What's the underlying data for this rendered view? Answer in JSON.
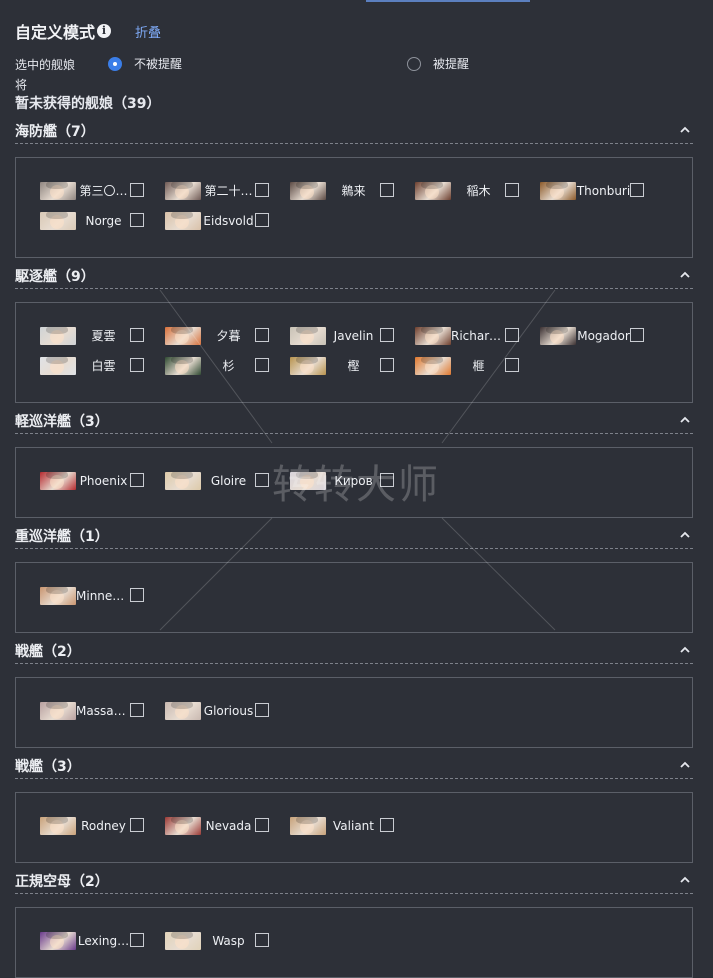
{
  "header": {
    "title": "自定义模式",
    "collapse_label": "折叠"
  },
  "mode": {
    "label_line1": "选中的舰娘",
    "label_line2": "将",
    "options": [
      {
        "label": "不被提醒",
        "selected": true
      },
      {
        "label": "被提醒",
        "selected": false
      }
    ]
  },
  "summary": "暂未获得的舰娘（39）",
  "groups": [
    {
      "title": "海防艦（7）",
      "items": [
        {
          "name": "第三〇…",
          "color": "#8f8580"
        },
        {
          "name": "第二十…",
          "color": "#6f5a55"
        },
        {
          "name": "鵜来",
          "color": "#5b4a44"
        },
        {
          "name": "稲木",
          "color": "#6c3f2f"
        },
        {
          "name": "Thonburi",
          "color": "#8c5a2a"
        },
        {
          "name": "Norge",
          "color": "#d9c9b6"
        },
        {
          "name": "Eidsvold",
          "color": "#d8c0a8"
        }
      ]
    },
    {
      "title": "駆逐艦（9）",
      "items": [
        {
          "name": "夏雲",
          "color": "#cfd3d6"
        },
        {
          "name": "夕暮",
          "color": "#d8703a"
        },
        {
          "name": "Javelin",
          "color": "#c8c2b6"
        },
        {
          "name": "Richard…",
          "color": "#6e3f2e"
        },
        {
          "name": "Mogador",
          "color": "#3a3032"
        },
        {
          "name": "白雲",
          "color": "#dfe2e6"
        },
        {
          "name": "杉",
          "color": "#2f4a32"
        },
        {
          "name": "樫",
          "color": "#b8934e"
        },
        {
          "name": "榧",
          "color": "#e0782e"
        }
      ]
    },
    {
      "title": "軽巡洋艦（3）",
      "items": [
        {
          "name": "Phoenix",
          "color": "#b52a2f"
        },
        {
          "name": "Gloire",
          "color": "#dcc9a8"
        },
        {
          "name": "Киров",
          "color": "#d8d4dc"
        }
      ]
    },
    {
      "title": "重巡洋艦（1）",
      "items": [
        {
          "name": "Minnea…",
          "color": "#c99570"
        }
      ]
    },
    {
      "title": "戦艦（2）",
      "items": [
        {
          "name": "Massac…",
          "color": "#b8a0a0"
        },
        {
          "name": "Glorious",
          "color": "#c8b8b0"
        }
      ]
    },
    {
      "title": "戦艦（3）",
      "items": [
        {
          "name": "Rodney",
          "color": "#c9a27a"
        },
        {
          "name": "Nevada",
          "color": "#9b3a36"
        },
        {
          "name": "Valiant",
          "color": "#c7a27a"
        }
      ]
    },
    {
      "title": "正規空母（2）",
      "items": [
        {
          "name": "Lexing…",
          "color": "#6a3a8c"
        },
        {
          "name": "Wasp",
          "color": "#e0d2b8"
        }
      ]
    }
  ],
  "watermark": "转转大师"
}
